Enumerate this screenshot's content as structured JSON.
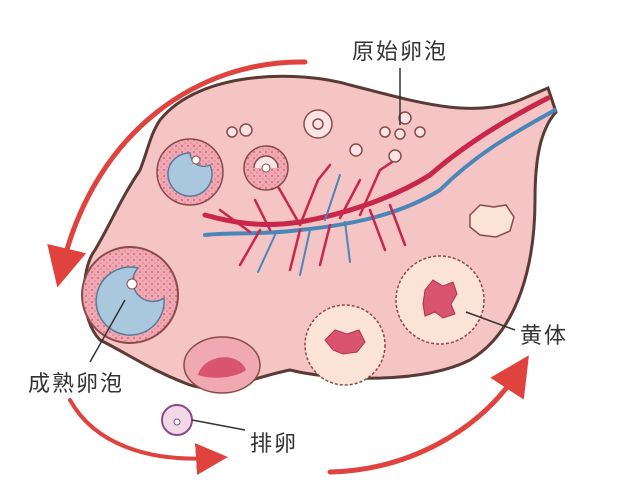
{
  "labels": {
    "primordial_follicle": "原始卵泡",
    "corpus_luteum": "黄体",
    "mature_follicle": "成熟卵泡",
    "ovulation": "排卵"
  },
  "colors": {
    "ovary_fill": "#f5c4c4",
    "outline": "#5a3a34",
    "artery": "#c8264a",
    "vein": "#4a86b8",
    "arrow": "#e0433e",
    "follicle_fluid": "#a9c8dd"
  }
}
